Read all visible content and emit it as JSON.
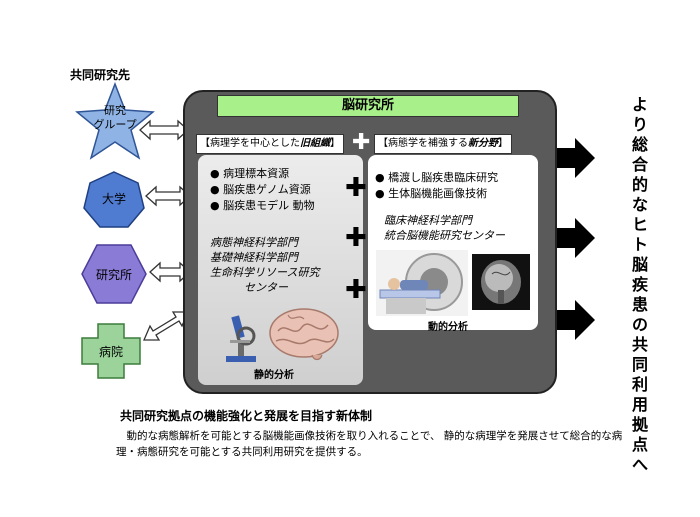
{
  "partners": {
    "title": "共同研究先",
    "items": [
      {
        "label": "研究\nグループ",
        "shape": "star",
        "color": "#8fb3e4"
      },
      {
        "label": "大学",
        "shape": "heptagon",
        "color": "#4f7cd1"
      },
      {
        "label": "研究所",
        "shape": "hexagon",
        "color": "#8a7bd6"
      },
      {
        "label": "病院",
        "shape": "cross",
        "color": "#9bd39b"
      }
    ]
  },
  "center": {
    "title": "脳研究所",
    "left_tag": {
      "prefix": "【病理学を中心とした",
      "emph": "旧組織",
      "suffix": "】"
    },
    "right_tag": {
      "prefix": "【病態学を補強する",
      "emph": "新分野",
      "suffix": "】"
    },
    "left_bullets": [
      "● 病理標本資源",
      "● 脳疾患ゲノム資源",
      "● 脳疾患モデル 動物"
    ],
    "left_depts": [
      "病態神経科学部門",
      "基礎神経科学部門",
      "生命科学リソース研究",
      "センター"
    ],
    "left_caption": "静的分析",
    "right_bullets": [
      "● 橋渡し脳疾患臨床研究",
      "● 生体脳機能画像技術"
    ],
    "right_depts": [
      "臨床神経科学部門",
      "統合脳機能研究センター"
    ],
    "right_caption": "動的分析"
  },
  "side_text": "より総合的なヒト脳疾患の共同利用拠点へ",
  "bottom": {
    "title": "共同研究拠点の機能強化と発展を目指す新体制",
    "description": "動的な病態解析を可能とする脳機能画像技術を取り入れることで、 静的な病理学を発展させて総合的な病理・病態研究を可能とする共同利用研究を提供する。"
  },
  "colors": {
    "header": "#a8f08a",
    "center_box": "#5a5a5a"
  }
}
